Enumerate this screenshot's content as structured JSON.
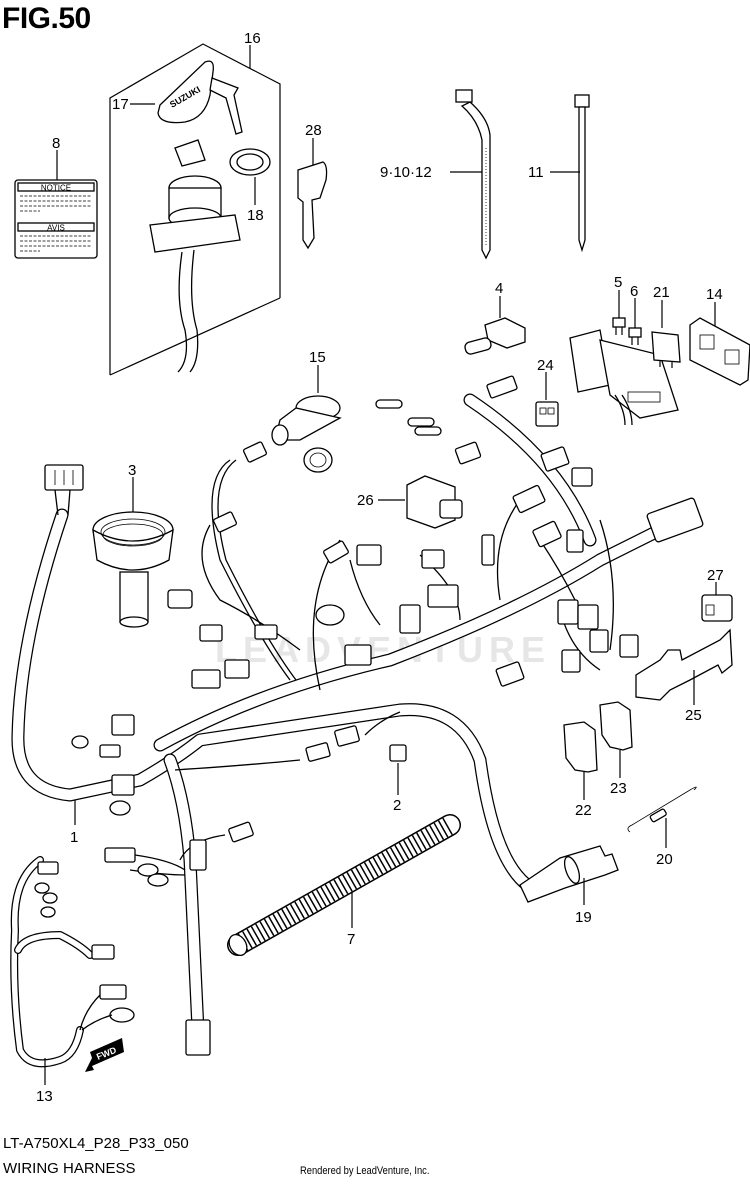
{
  "figure": {
    "number_label": "FIG.50",
    "model_code": "LT-A750XL4_P28_P33_050",
    "title": "WIRING HARNESS",
    "credit": "Rendered by LeadVenture, Inc.",
    "watermark": "LEADVENTURE",
    "direction_marker": "FWD"
  },
  "decal": {
    "header_1": "NOTICE",
    "header_2": "AVIS"
  },
  "key_brand": "SUZUKI",
  "callouts": [
    {
      "id": "1",
      "part": "wiring-harness-main"
    },
    {
      "id": "2",
      "part": "connector-cap"
    },
    {
      "id": "3",
      "part": "socket-cover"
    },
    {
      "id": "4",
      "part": "terminal-cover"
    },
    {
      "id": "5",
      "part": "fuse"
    },
    {
      "id": "6",
      "part": "fuse"
    },
    {
      "id": "7",
      "part": "corrugated-tube"
    },
    {
      "id": "8",
      "part": "notice-label"
    },
    {
      "id": "9·10·12",
      "part": "cable-clamp"
    },
    {
      "id": "11",
      "part": "cable-tie"
    },
    {
      "id": "13",
      "part": "sub-harness"
    },
    {
      "id": "14",
      "part": "fuse-box-bracket"
    },
    {
      "id": "15",
      "part": "accessory-socket"
    },
    {
      "id": "16",
      "part": "ignition-switch-assy"
    },
    {
      "id": "17",
      "part": "key-cap"
    },
    {
      "id": "18",
      "part": "switch-nut"
    },
    {
      "id": "19",
      "part": "sensor"
    },
    {
      "id": "20",
      "part": "spring"
    },
    {
      "id": "21",
      "part": "relay"
    },
    {
      "id": "22",
      "part": "connector"
    },
    {
      "id": "23",
      "part": "connector"
    },
    {
      "id": "24",
      "part": "connector"
    },
    {
      "id": "25",
      "part": "bracket"
    },
    {
      "id": "26",
      "part": "relay"
    },
    {
      "id": "27",
      "part": "connector"
    },
    {
      "id": "28",
      "part": "key-blank"
    }
  ]
}
